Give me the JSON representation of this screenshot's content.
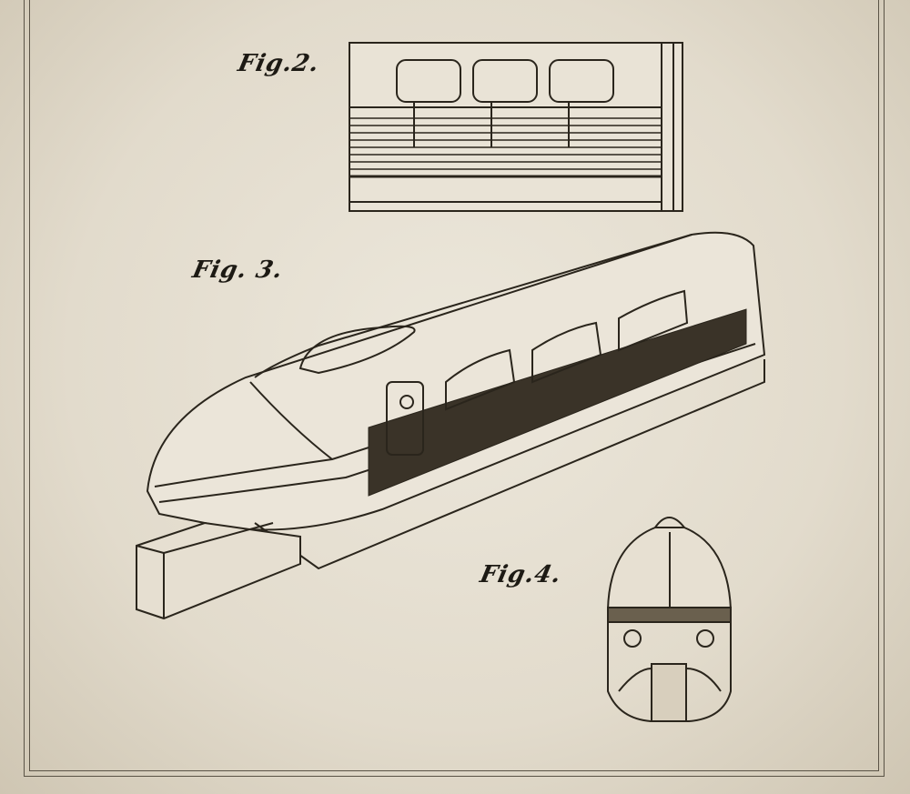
{
  "figures": {
    "fig2": {
      "label": "Fig.2."
    },
    "fig3": {
      "label": "Fig. 3."
    },
    "fig4": {
      "label": "Fig.4."
    }
  },
  "colors": {
    "paper": "#e4ddcf",
    "ink": "#2a251c"
  }
}
